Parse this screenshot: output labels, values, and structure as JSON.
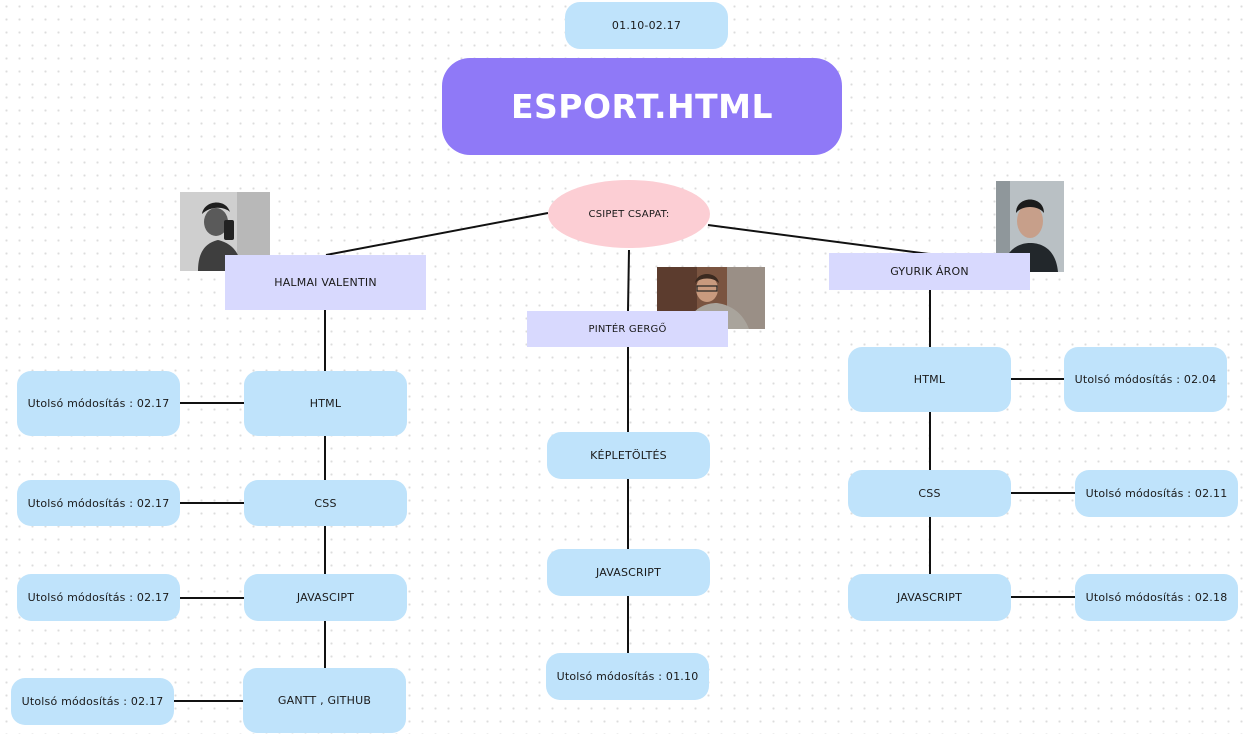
{
  "date_range": "01.10-02.17",
  "title": "ESPORT.HTML",
  "team": "CSIPET CSAPAT:",
  "members": [
    {
      "name": "HALMAI VALENTIN",
      "tasks": [
        "HTML",
        "CSS",
        "JAVASCIPT",
        "GANTT , GITHUB"
      ],
      "modified": [
        "Utolsó módosítás : 02.17",
        "Utolsó módosítás : 02.17",
        "Utolsó módosítás : 02.17",
        "Utolsó módosítás : 02.17"
      ]
    },
    {
      "name": "PINTÉR GERGŐ",
      "tasks": [
        "KÉPLETÖLTÉS",
        "JAVASCRIPT"
      ],
      "modified": [
        "Utolsó módosítás : 01.10"
      ]
    },
    {
      "name": "GYURIK ÁRON",
      "tasks": [
        "HTML",
        "CSS",
        "JAVASCRIPT"
      ],
      "modified": [
        "Utolsó módosítás : 02.04",
        "Utolsó módosítás : 02.11",
        "Utolsó módosítás : 02.18"
      ]
    }
  ]
}
